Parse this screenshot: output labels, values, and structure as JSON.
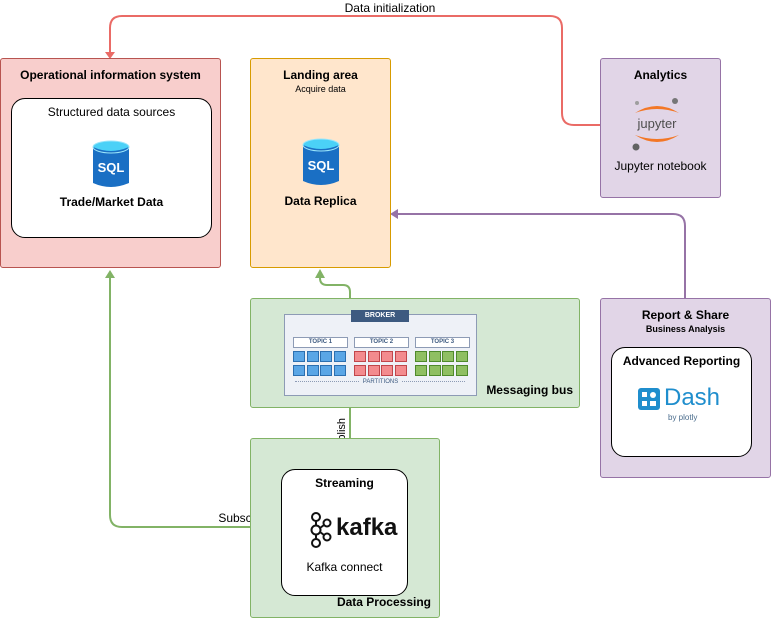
{
  "edges": {
    "data_initialization": "Data initialization",
    "subscribe": "Subscribe",
    "publish": "Publish"
  },
  "operational": {
    "title": "Operational information system",
    "inner_title": "Structured data sources",
    "sql_icon_text": "SQL",
    "item_label": "Trade/Market Data"
  },
  "landing": {
    "title": "Landing area",
    "subtitle": "Acquire data",
    "sql_icon_text": "SQL",
    "item_label": "Data Replica"
  },
  "analytics": {
    "title": "Analytics",
    "logo_text": "jupyter",
    "item_label": "Jupyter notebook"
  },
  "messaging": {
    "title": "Messaging bus",
    "broker_label": "BROKER",
    "topics": [
      "TOPIC 1",
      "TOPIC 2",
      "TOPIC 3"
    ],
    "partitions_label": "PARTITIONS"
  },
  "report": {
    "title": "Report & Share",
    "subtitle": "Business Analysis",
    "inner_title": "Advanced Reporting",
    "logo_text": "Dash",
    "logo_byline": "by plotly"
  },
  "processing": {
    "title": "Data Processing",
    "inner_title": "Streaming",
    "logo_text": "kafka",
    "item_label": "Kafka connect"
  },
  "colors": {
    "red_line": "#ea6b66",
    "green_line": "#82b366",
    "purple_line": "#9673a6",
    "sql_blue": "#1a6fc4",
    "jupyter_orange": "#f37726",
    "dash_blue": "#1f8ecd"
  }
}
